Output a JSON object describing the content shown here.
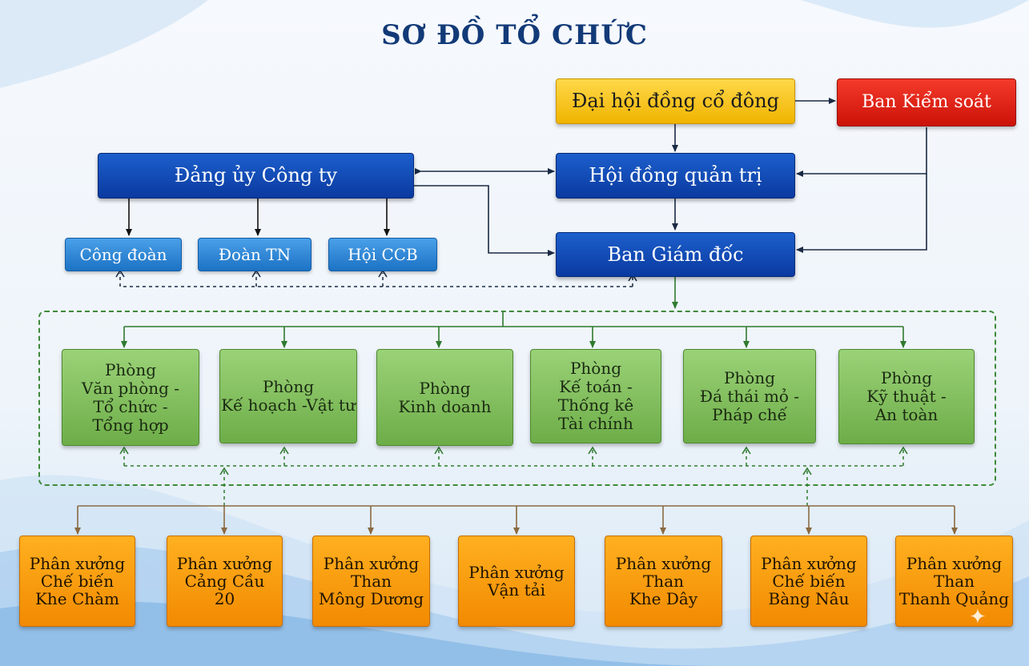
{
  "title": "SƠ ĐỒ TỔ CHỨC",
  "colors": {
    "yellow": "#f0b400",
    "red": "#cc1208",
    "blue": "#0a3aa0",
    "light_blue": "#1c72c4",
    "green": "#6dad48",
    "orange": "#f28a00",
    "navy_line": "#1a2a44",
    "green_line": "#2f7a2f",
    "brown_line": "#8a6a42"
  },
  "top": {
    "shareholders": "Đại hội đồng cổ đông",
    "supervisory": "Ban Kiểm soát",
    "board": "Hội đồng quản trị",
    "directors": "Ban Giám đốc",
    "party": "Đảng ủy Công ty"
  },
  "unions": [
    "Công đoàn",
    "Đoàn TN",
    "Hội CCB"
  ],
  "departments": [
    "Phòng\nVăn phòng -\nTổ chức -\nTổng hợp",
    "Phòng\nKế hoạch -Vật tư",
    "Phòng\nKinh doanh",
    "Phòng\nKế toán -\nThống kê\nTài chính",
    "Phòng\nĐá thái mỏ -\nPháp chế",
    "Phòng\nKỹ thuật -\nAn toàn"
  ],
  "workshops": [
    "Phân xưởng\nChế biến\nKhe Chàm",
    "Phân xưởng\nCảng Cầu\n20",
    "Phân xưởng\nThan\nMông Dương",
    "Phân xưởng\nVận tải",
    "Phân xưởng\nThan\nKhe Dây",
    "Phân xưởng\nChế biến\nBàng Nâu",
    "Phân xưởng\nThan\nThanh Quảng"
  ],
  "decoration": {
    "sparkle_icon": "sparkle-icon"
  }
}
